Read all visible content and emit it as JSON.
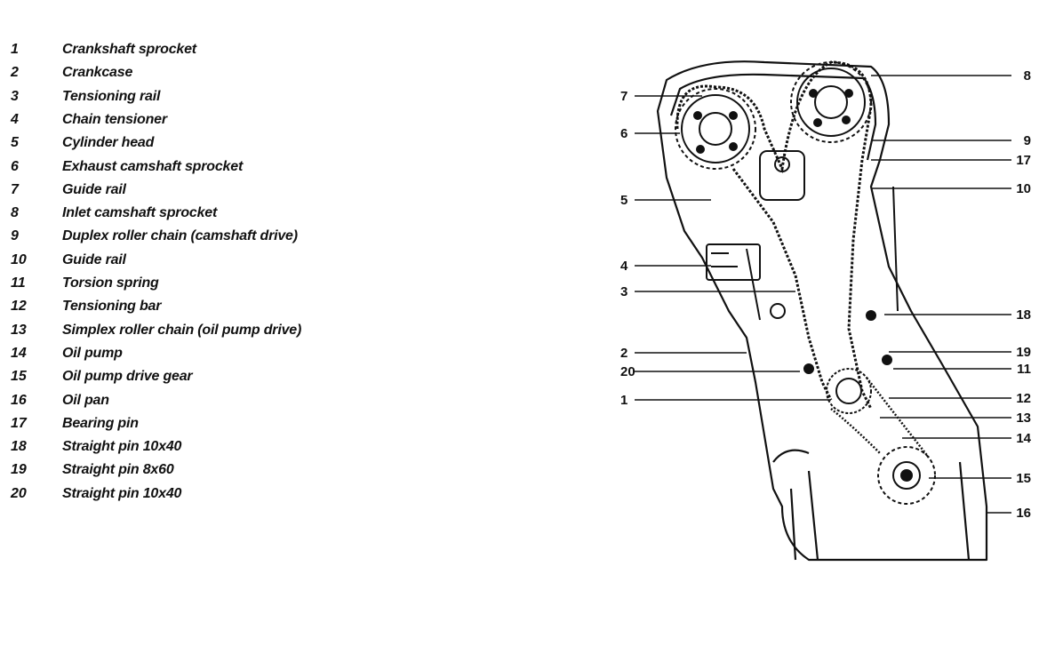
{
  "legend": [
    {
      "num": "1",
      "label": "Crankshaft sprocket"
    },
    {
      "num": "2",
      "label": "Crankcase"
    },
    {
      "num": "3",
      "label": "Tensioning rail"
    },
    {
      "num": "4",
      "label": "Chain tensioner"
    },
    {
      "num": "5",
      "label": "Cylinder head"
    },
    {
      "num": "6",
      "label": "Exhaust camshaft sprocket"
    },
    {
      "num": "7",
      "label": "Guide rail"
    },
    {
      "num": "8",
      "label": "Inlet camshaft sprocket"
    },
    {
      "num": "9",
      "label": "Duplex roller chain (camshaft drive)"
    },
    {
      "num": "10",
      "label": "Guide rail"
    },
    {
      "num": "11",
      "label": "Torsion spring"
    },
    {
      "num": "12",
      "label": "Tensioning bar"
    },
    {
      "num": "13",
      "label": "Simplex roller chain (oil pump drive)"
    },
    {
      "num": "14",
      "label": "Oil pump"
    },
    {
      "num": "15",
      "label": "Oil pump drive gear"
    },
    {
      "num": "16",
      "label": "Oil pan"
    },
    {
      "num": "17",
      "label": "Bearing pin"
    },
    {
      "num": "18",
      "label": "Straight pin 10x40"
    },
    {
      "num": "19",
      "label": "Straight pin 8x60"
    },
    {
      "num": "20",
      "label": "Straight pin 10x40"
    }
  ],
  "callouts": {
    "left": [
      "7",
      "6",
      "5",
      "4",
      "3",
      "2",
      "20",
      "1"
    ],
    "right": [
      "8",
      "9",
      "17",
      "10",
      "18",
      "19",
      "11",
      "12",
      "13",
      "14",
      "15",
      "16"
    ]
  },
  "colors": {
    "ink": "#111111",
    "paper": "#ffffff"
  }
}
